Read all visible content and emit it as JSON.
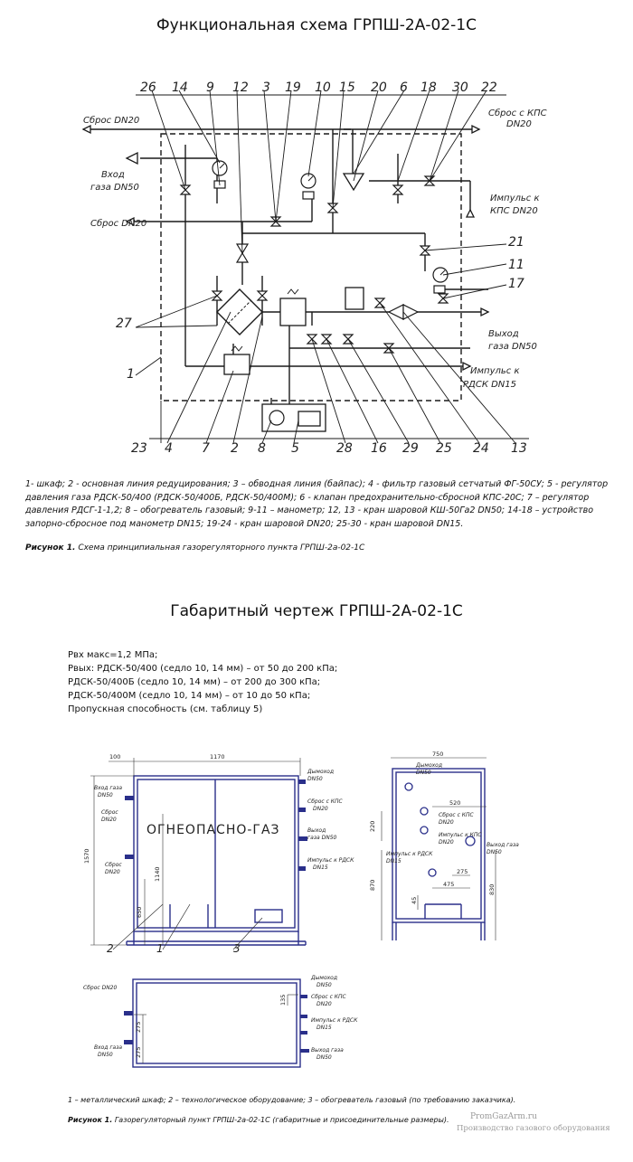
{
  "titles": {
    "functional": "Функциональная схема ГРПШ-2А-02-1С",
    "dimensional": "Габаритный чертеж ГРПШ-2А-02-1С"
  },
  "scheme": {
    "top_numbers": [
      "26",
      "14",
      "9",
      "12",
      "3",
      "19",
      "10",
      "15",
      "20",
      "6",
      "18",
      "30",
      "22"
    ],
    "bottom_numbers": [
      "23",
      "4",
      "7",
      "2",
      "8",
      "5",
      "28",
      "16",
      "29",
      "25",
      "24",
      "13"
    ],
    "side_numbers": {
      "n27": "27",
      "n1": "1",
      "n21": "21",
      "n11": "11",
      "n17": "17"
    },
    "labels": {
      "sbros_top": "Сброс DN20",
      "vhod_1": "Вход",
      "vhod_2": "газа DN50",
      "sbros_mid": "Сброс DN20",
      "sbros_kps_1": "Сброс с КПС",
      "sbros_kps_2": "DN20",
      "impuls_kps_1": "Импульс к",
      "impuls_kps_2": "КПС DN20",
      "vyhod_1": "Выход",
      "vyhod_2": "газа DN50",
      "impuls_rdsk_1": "Импульс к",
      "impuls_rdsk_2": "РДСК DN15"
    }
  },
  "legend_text": "1- шкаф; 2 - основная линия редуцирования; 3 – обводная линия (байпас); 4 - фильтр газовый сетчатый ФГ-50СУ; 5 - регулятор давления газа РДСК-50/400 (РДСК-50/400Б, РДСК-50/400М); 6 - клапан предохранительно-сбросной КПС-20С; 7 – регулятор давления РДСГ-1-1,2; 8 – обогреватель газовый; 9-11 – манометр; 12, 13 - кран шаровой КШ-50Га2 DN50; 14-18 – устройство запорно-сбросное под манометр DN15; 19-24 - кран шаровой DN20; 25-30 - кран шаровой DN15.",
  "figure1": {
    "prefix": "Рисунок 1.",
    "text": "Схема принципиальная газорегуляторного пункта ГРПШ-2а-02-1С"
  },
  "params": [
    "Рвх макс=1,2 МПа;",
    "Рвых: РДСК-50/400 (седло 10, 14 мм) – от 50 до 200 кПа;",
    "РДСК-50/400Б (седло 10, 14 мм) – от 200 до 300 кПа;",
    "РДСК-50/400М (седло 10, 14 мм) – от 10 до 50 кПа;",
    "Пропускная способность (см. таблицу 5)"
  ],
  "front_view": {
    "dims": {
      "d100": "100",
      "d1170": "1170",
      "d1570": "1570",
      "d1140": "1140",
      "d650": "650"
    },
    "stencil": "ОГНЕОПАСНО-ГАЗ",
    "left_labels": [
      [
        "Вход газа",
        "DN50"
      ],
      [
        "Сброс",
        "DN20"
      ],
      [
        "Сброс",
        "DN20"
      ]
    ],
    "right_labels": [
      [
        "Дымоход",
        "DN50"
      ],
      [
        "Сброс с КПС",
        "DN20"
      ],
      [
        "Выход",
        "газа DN50"
      ],
      [
        "Импульс к РДСК",
        "DN15"
      ]
    ],
    "callouts": [
      "2",
      "1",
      "3"
    ]
  },
  "side_view": {
    "dims": {
      "d750": "750",
      "d520": "520",
      "d220": "220",
      "d870": "870",
      "d275": "275",
      "d475": "475",
      "d45": "45",
      "d830": "830"
    },
    "labels": [
      [
        "Дымоход",
        "DN50"
      ],
      [
        "Сброс с КПС",
        "DN20"
      ],
      [
        "Импульс к КПС",
        "DN20"
      ],
      [
        "Импульс к РДСК",
        "DN15"
      ],
      [
        "Выход газа",
        "DN50"
      ]
    ]
  },
  "top_view": {
    "dims": {
      "d135": "135",
      "d275": "275",
      "d275b": "275"
    },
    "left_labels": [
      [
        "Сброс DN20",
        ""
      ],
      [
        "Вход газа",
        "DN50"
      ]
    ],
    "right_labels": [
      [
        "Дымоход",
        "DN50"
      ],
      [
        "Сброс с КПС",
        "DN20"
      ],
      [
        "Импульс к РДСК",
        "DN15"
      ],
      [
        "Выход газа",
        "DN50"
      ]
    ]
  },
  "legend2": "1 – металлический шкаф; 2 – технологическое оборудование; 3 – обогреватель газовый (по требованию заказчика).",
  "figure2": {
    "prefix": "Рисунок 1.",
    "text": "Газорегуляторный пункт ГРПШ-2а-02-1С (габаритные и присоединительные размеры)."
  },
  "watermark": {
    "site": "PromGazArm.ru",
    "tagline": "Производство газового оборудования"
  }
}
